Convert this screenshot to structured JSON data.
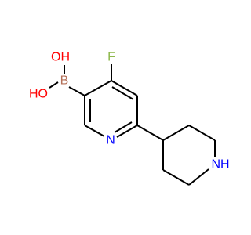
{
  "molecule": {
    "atoms": {
      "boron": {
        "symbol": "B",
        "color": "#B5715A"
      },
      "hydroxyl_top": {
        "symbol": "OH",
        "color": "#FF0000"
      },
      "hydroxyl_bottom": {
        "symbol": "HO",
        "color": "#FF0000"
      },
      "fluorine": {
        "symbol": "F",
        "color": "#8DB84A"
      },
      "pyridine_nitrogen": {
        "symbol": "N",
        "color": "#0000FF"
      },
      "piperidine_amine": {
        "symbol": "NH",
        "color": "#0000FF"
      }
    }
  }
}
